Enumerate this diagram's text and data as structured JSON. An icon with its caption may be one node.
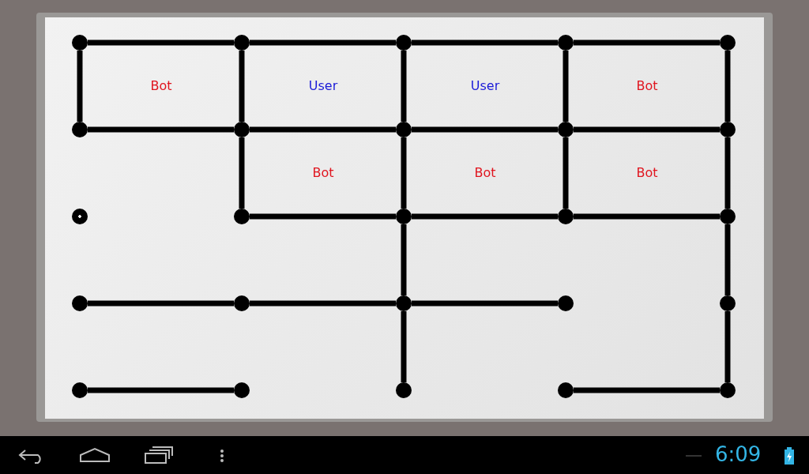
{
  "diagram": {
    "nodes": [
      {
        "text": [],
        "shape": "circle"
      },
      {
        "text": [],
        "shape": "circle"
      },
      {
        "text": [],
        "shape": "circle"
      },
      {
        "text": [],
        "shape": "circle"
      },
      {
        "text": [],
        "shape": "circle"
      },
      {
        "text": [],
        "shape": "circle"
      },
      {
        "text": [],
        "shape": "circle"
      },
      {
        "text": [],
        "shape": "circle"
      },
      {
        "text": [],
        "shape": "circle"
      },
      {
        "text": [],
        "shape": "circle"
      },
      {
        "text": [],
        "shape": "circle"
      },
      {
        "text": [],
        "shape": "circle"
      },
      {
        "text": [],
        "shape": "circle"
      },
      {
        "text": [],
        "shape": "circle"
      },
      {
        "text": [],
        "shape": "circle"
      },
      {
        "text": [],
        "shape": "circle"
      },
      {
        "text": [],
        "shape": "circle"
      },
      {
        "text": [],
        "shape": "circle"
      },
      {
        "text": [],
        "shape": "circle"
      },
      {
        "text": [],
        "shape": "circle"
      },
      {
        "text": [],
        "shape": "circle"
      },
      {
        "text": [],
        "shape": "circle"
      },
      {
        "text": [],
        "shape": "circle"
      },
      {
        "text": [],
        "shape": "circle"
      },
      {
        "text": [],
        "shape": "circle"
      }
    ],
    "edges": [
      {
        "from": 0,
        "to": 1,
        "arrow": "none"
      },
      {
        "from": 1,
        "to": 2,
        "arrow": "none"
      },
      {
        "from": 2,
        "to": 3,
        "arrow": "none"
      },
      {
        "from": 3,
        "to": 4,
        "arrow": "none"
      },
      {
        "from": 5,
        "to": 6,
        "arrow": "none"
      },
      {
        "from": 6,
        "to": 7,
        "arrow": "none"
      },
      {
        "from": 7,
        "to": 8,
        "arrow": "none"
      },
      {
        "from": 8,
        "to": 9,
        "arrow": "none"
      },
      {
        "from": 11,
        "to": 12,
        "arrow": "none"
      },
      {
        "from": 12,
        "to": 13,
        "arrow": "none"
      },
      {
        "from": 13,
        "to": 14,
        "arrow": "none"
      },
      {
        "from": 15,
        "to": 16,
        "arrow": "none"
      },
      {
        "from": 16,
        "to": 17,
        "arrow": "none"
      },
      {
        "from": 17,
        "to": 18,
        "arrow": "none"
      },
      {
        "from": 20,
        "to": 21,
        "arrow": "none"
      },
      {
        "from": 23,
        "to": 24,
        "arrow": "none"
      },
      {
        "from": 0,
        "to": 5,
        "arrow": "none"
      },
      {
        "from": 1,
        "to": 6,
        "arrow": "none"
      },
      {
        "from": 6,
        "to": 11,
        "arrow": "none"
      },
      {
        "from": 2,
        "to": 7,
        "arrow": "none"
      },
      {
        "from": 7,
        "to": 12,
        "arrow": "none"
      },
      {
        "from": 12,
        "to": 17,
        "arrow": "none"
      },
      {
        "from": 17,
        "to": 22,
        "arrow": "none"
      },
      {
        "from": 3,
        "to": 8,
        "arrow": "none"
      },
      {
        "from": 8,
        "to": 13,
        "arrow": "none"
      },
      {
        "from": 4,
        "to": 9,
        "arrow": "none"
      },
      {
        "from": 9,
        "to": 14,
        "arrow": "none"
      },
      {
        "from": 14,
        "to": 19,
        "arrow": "none"
      },
      {
        "from": 19,
        "to": 24,
        "arrow": "none"
      }
    ],
    "labels": [
      "Bot",
      "User",
      "User",
      "Bot",
      "Bot",
      "Bot",
      "Bot",
      "6:09"
    ]
  }
}
